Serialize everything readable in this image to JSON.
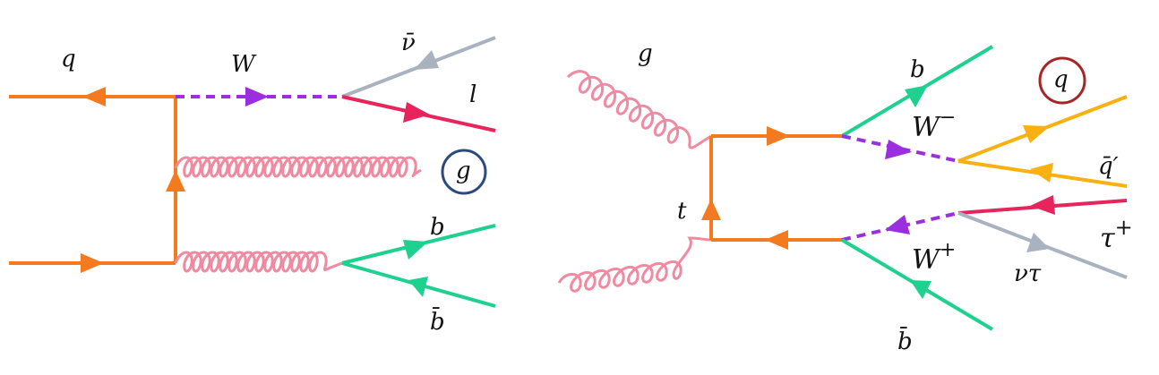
{
  "colors": {
    "quark": "#f47a1f",
    "boson": "#9b2fe0",
    "gluon": "#f08aa0",
    "lepton": "#e8245c",
    "neutrino": "#a8b3bf",
    "bquark": "#1fd18f",
    "lightquark": "#f9b112",
    "circle_blue": "#2c4a7e",
    "circle_red": "#a62626"
  },
  "left_diagram": {
    "labels": {
      "q": "q",
      "W": "W",
      "nubar": "ν̄",
      "l": "l",
      "g": "g",
      "b": "b",
      "bbar": "b̄"
    }
  },
  "right_diagram": {
    "labels": {
      "g": "g",
      "t": "t",
      "b": "b",
      "Wminus": "W",
      "Wminus_sup": "−",
      "q": "q",
      "qbarprime": "q̄′",
      "tauplus": "τ",
      "tauplus_sup": "+",
      "Wplus": "W",
      "Wplus_sup": "+",
      "nutau": "ντ",
      "bbar": "b̄"
    }
  }
}
